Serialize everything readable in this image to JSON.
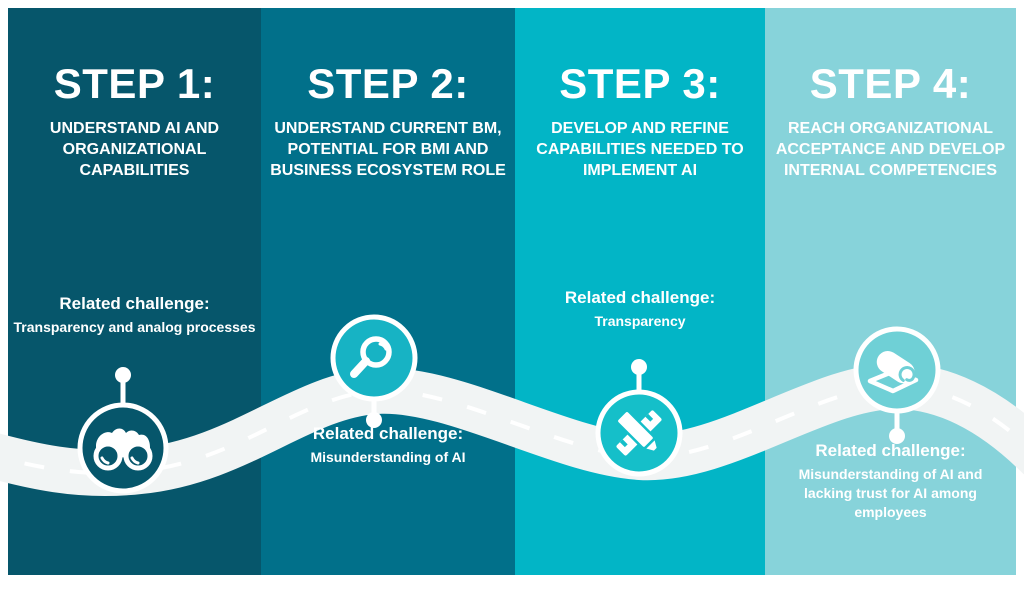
{
  "colors": {
    "page_background": "#ffffff",
    "road": "#f1f4f4",
    "road_dash": "#ffffff",
    "text": "#ffffff"
  },
  "steps": [
    {
      "label": "STEP 1:",
      "subtitle": "UNDERSTAND AI AND ORGANIZATIONAL CAPABILITIES",
      "challenge_heading": "Related challenge:",
      "challenge": "Transparency and analog processes",
      "icon": "binoculars-icon",
      "color": "#06566b",
      "icon_color": "#06566b"
    },
    {
      "label": "STEP 2:",
      "subtitle": "UNDERSTAND CURRENT BM, POTENTIAL FOR BMI AND BUSINESS ECOSYSTEM ROLE",
      "challenge_heading": "Related challenge:",
      "challenge": "Misunderstanding of AI",
      "icon": "magnifier-icon",
      "color": "#01708a",
      "icon_color": "#17b3c4"
    },
    {
      "label": "STEP 3:",
      "subtitle": "DEVELOP AND REFINE CAPABILITIES NEEDED TO IMPLEMENT AI",
      "challenge_heading": "Related challenge:",
      "challenge": "Transparency",
      "icon": "pencil-ruler-icon",
      "color": "#02b5c6",
      "icon_color": "#15bfc9"
    },
    {
      "label": "STEP 4:",
      "subtitle": "REACH ORGANIZATIONAL ACCEPTANCE AND DEVELOP INTERNAL COMPETENCIES",
      "challenge_heading": "Related challenge:",
      "challenge": "Misunderstanding of AI and lacking trust for AI among employees",
      "icon": "blueprint-roll-icon",
      "color": "#87d3da",
      "icon_color": "#6fd0d6"
    }
  ]
}
